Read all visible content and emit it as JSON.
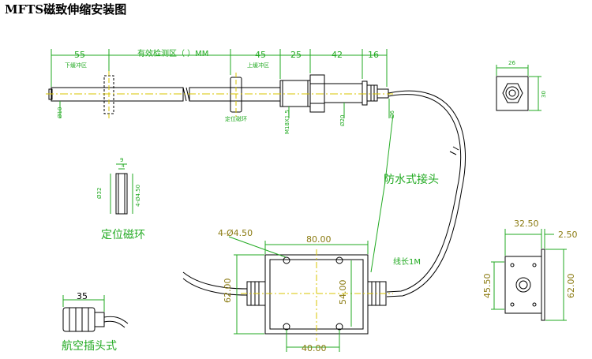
{
  "title": "MFTS磁致伸缩安装图",
  "rod": {
    "dim_55": "55",
    "effective_range": "有效检测区（        ）MM",
    "dim_45": "45",
    "dim_25": "25",
    "dim_42": "42",
    "dim_16": "16",
    "lower_buffer": "下缓冲区",
    "upper_buffer": "上缓冲区",
    "dia_10": "Ø10",
    "thread": "M18X1.5",
    "dia_20": "Ø20",
    "dia_6": "Ø6",
    "magnet_ring_small": "定位磁环"
  },
  "hex_view": {
    "width": "26",
    "height": "30"
  },
  "ring_detail": {
    "thickness": "9",
    "inner": "4",
    "dia_32": "Ø32",
    "holes": "4-Ø4.50",
    "label": "定位磁环"
  },
  "connector_label": "防水式接头",
  "box": {
    "holes": "4-Ø4.50",
    "width": "80.00",
    "height_outer": "62.00",
    "height_inner": "54.00",
    "hole_spacing": "40.00",
    "cable_length": "线长1M"
  },
  "side_view": {
    "width": "32.50",
    "flange": "2.50",
    "height_inner": "45.50",
    "height_outer": "62.00"
  },
  "aviation_plug": {
    "length": "35",
    "label": "航空插头式"
  },
  "colors": {
    "line": "#000000",
    "dimension": "#22aa22",
    "centerline": "#d8c400",
    "dim_text": "#8a7a10"
  }
}
